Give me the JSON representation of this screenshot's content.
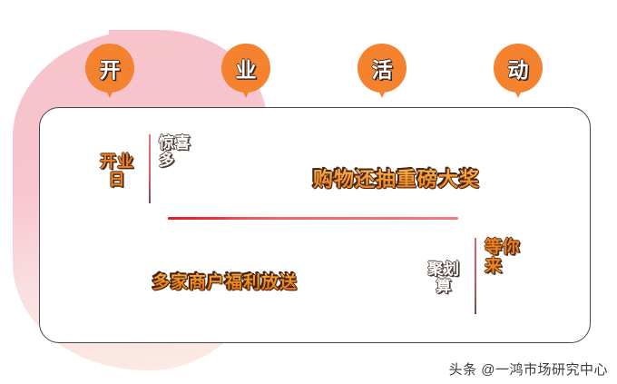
{
  "poster": {
    "background_color": "#ffffff",
    "accent_orange": "#f5822e",
    "accent_red": "#e8262f",
    "blob_pink": "#f7c3cc",
    "outline_dark": "#4a2a16"
  },
  "pins": [
    {
      "id": "pin-1",
      "char": "开"
    },
    {
      "id": "pin-2",
      "char": "业"
    },
    {
      "id": "pin-3",
      "char": "活"
    },
    {
      "id": "pin-4",
      "char": "动"
    }
  ],
  "card": {
    "left_label": {
      "line1": "开业",
      "line2": "日"
    },
    "surprise_label": {
      "line1": "惊喜",
      "line2": "多"
    },
    "headline_main": "购物还抽重磅大奖",
    "headline_sub": "多家商户福利放送",
    "deal_label": {
      "line1": "聚划",
      "line2": "算"
    },
    "cta_label": {
      "line1": "等你",
      "line2": "来"
    }
  },
  "watermark": {
    "text": "头条 @一鸿市场研究中心"
  }
}
